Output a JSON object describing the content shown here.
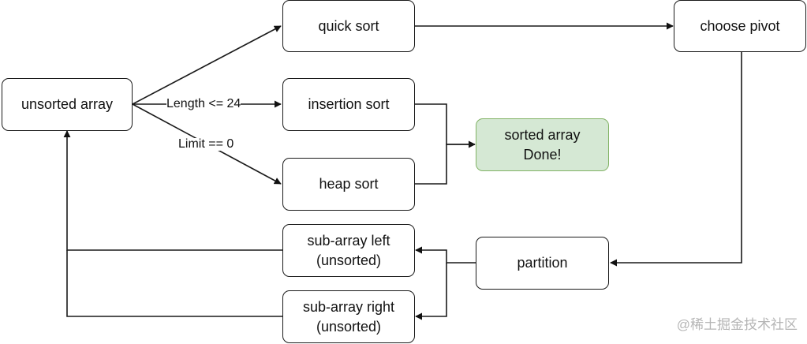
{
  "nodes": {
    "unsorted_array": "unsorted array",
    "quick_sort": "quick sort",
    "choose_pivot": "choose pivot",
    "insertion_sort": "insertion sort",
    "heap_sort": "heap sort",
    "sorted_array": {
      "line1": "sorted array",
      "line2": "Done!"
    },
    "sub_array_left": {
      "line1": "sub-array left",
      "line2": "(unsorted)"
    },
    "sub_array_right": {
      "line1": "sub-array right",
      "line2": "(unsorted)"
    },
    "partition": "partition"
  },
  "edge_labels": {
    "length_condition": "Length <= 24",
    "limit_condition": "Limit == 0"
  },
  "watermark": "@稀土掘金技术社区",
  "colors": {
    "done_fill": "#d5e8d4",
    "done_stroke": "#82b366",
    "stroke": "#1a1a1a"
  }
}
